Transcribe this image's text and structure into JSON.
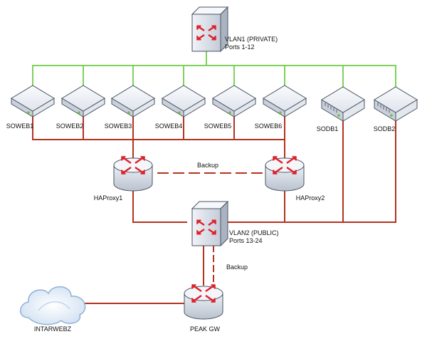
{
  "colors": {
    "private_link": "#7dd35a",
    "public_link": "#b5321f",
    "device_body": "#dde3ec",
    "device_top": "#f4f6fa",
    "device_edge": "#4a5461",
    "arrow": "#e0202a",
    "status_led": "#6bc23a"
  },
  "switches": {
    "vlan1": {
      "name": "VLAN1 (PRIVATE)",
      "ports": "Ports 1-12",
      "icon": "switch-icon"
    },
    "vlan2": {
      "name": "VLAN2 (PUBLIC)",
      "ports": "Ports 13-24",
      "icon": "switch-icon"
    }
  },
  "web_servers": [
    {
      "label": "SOWEB1",
      "icon": "server-icon"
    },
    {
      "label": "SOWEB2",
      "icon": "server-icon"
    },
    {
      "label": "SOWEB3",
      "icon": "server-icon"
    },
    {
      "label": "SOWEB4",
      "icon": "server-icon"
    },
    {
      "label": "SOWEB5",
      "icon": "server-icon"
    },
    {
      "label": "SOWEB6",
      "icon": "server-icon"
    }
  ],
  "db_servers": [
    {
      "label": "SODB1",
      "icon": "storage-server-icon"
    },
    {
      "label": "SODB2",
      "icon": "storage-server-icon"
    }
  ],
  "routers": {
    "haproxy1": {
      "label": "HAProxy1",
      "icon": "router-icon"
    },
    "haproxy2": {
      "label": "HAProxy2",
      "icon": "router-icon"
    },
    "gateway": {
      "label": "PEAK GW",
      "icon": "router-icon"
    }
  },
  "internet": {
    "label": "INTARWEBZ",
    "icon": "cloud-icon"
  },
  "links": {
    "haproxy_backup": "Backup",
    "gateway_backup": "Backup"
  }
}
